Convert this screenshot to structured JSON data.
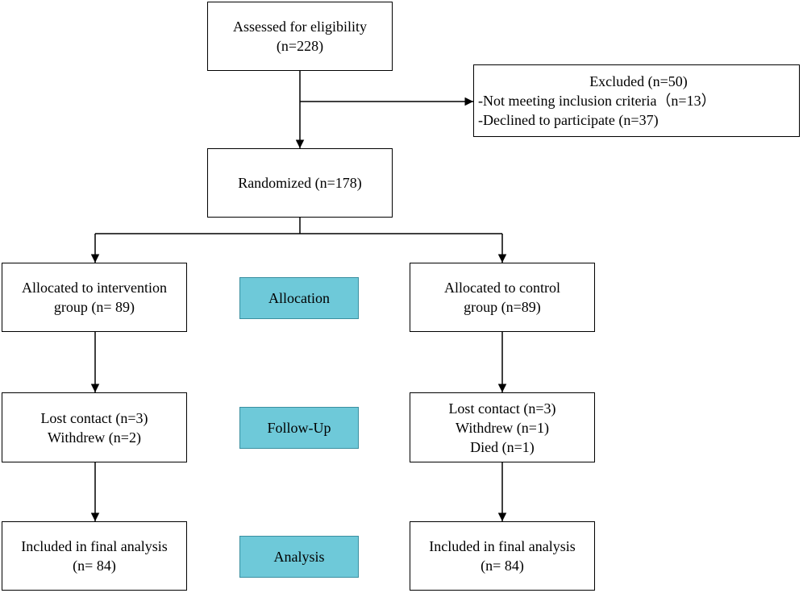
{
  "flow": {
    "assessed": {
      "lines": [
        "Assessed for eligibility",
        "(n=228)"
      ]
    },
    "excluded": {
      "title": "Excluded (n=50)",
      "lines": [
        "-Not meeting inclusion criteria（n=13）",
        "-Declined to participate (n=37)"
      ]
    },
    "randomized": {
      "label": "Randomized (n=178)"
    },
    "intervention": {
      "allocated": [
        "Allocated to intervention",
        "group (n= 89)"
      ],
      "followup": [
        "Lost contact (n=3)",
        "Withdrew (n=2)"
      ],
      "analysis": [
        "Included in final analysis",
        "(n= 84)"
      ]
    },
    "control": {
      "allocated": [
        "Allocated to control",
        "group (n=89)"
      ],
      "followup": [
        "Lost contact (n=3)",
        "Withdrew (n=1)",
        "Died (n=1)"
      ],
      "analysis": [
        "Included in final analysis",
        "(n= 84)"
      ]
    }
  },
  "stages": {
    "allocation": "Allocation",
    "followup": "Follow-Up",
    "analysis": "Analysis"
  },
  "colors": {
    "stage_fill": "#6ec9d9",
    "line": "#000000"
  }
}
